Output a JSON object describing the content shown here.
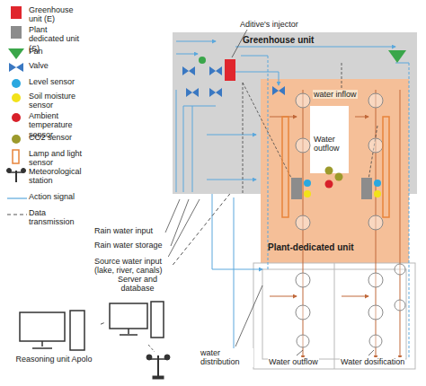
{
  "diagram": {
    "nodes": [
      {
        "text": [
          "Greenhouse unit"
        ]
      },
      {
        "text": [
          "Plant-dedicated unit"
        ]
      },
      {
        "text": [
          "Server and database"
        ]
      },
      {
        "text": [
          "Reasoning unit Apolo"
        ]
      }
    ],
    "edges": [
      {
        "from": 3,
        "to": 2,
        "arrow": "none"
      },
      {
        "from": 2,
        "to": 0,
        "arrow": "none"
      }
    ],
    "labels": [
      "Aditive's injector",
      "water inflow",
      "Water outflow",
      "Rain water input",
      "Rain water storage",
      "Source water input (lake, river, canals)",
      "water distribution",
      "Water outflow",
      "Water dosification"
    ],
    "legend": [
      {
        "text": "Greenhouse unit (E)",
        "color": "#e0262d"
      },
      {
        "text": "Plant dedicated unit (S)",
        "color": "#8c8c8c"
      },
      {
        "text": "Fan",
        "color": "#3aa64a"
      },
      {
        "text": "Valve"
      },
      {
        "text": "Level sensor",
        "color": "#2aa8e0"
      },
      {
        "text": "Soil moisture sensor",
        "color": "#f2e21a"
      },
      {
        "text": "Ambient temperature sensor",
        "color": "#d8202a"
      },
      {
        "text": "CO2 sensor",
        "color": "#9c9a2c"
      },
      {
        "text": "Lamp and light sensor"
      },
      {
        "text": "Meteorological station"
      },
      {
        "text": "Action signal"
      },
      {
        "text": "Data transmission"
      }
    ]
  }
}
